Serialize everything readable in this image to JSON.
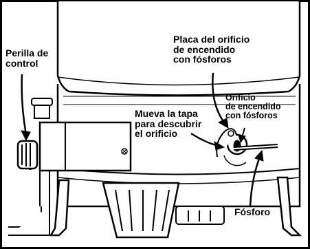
{
  "labels": {
    "control_knob": "Perilla de\ncontrol",
    "ignition_plate": "Placa del orificio\nde encendido\ncon fósforos",
    "move_cover": "Mueva la tapa\npara descubrir\nel orificio",
    "ignition_hole": "Orificio\nde encendido\ncon fósforos",
    "match": "Fósforo"
  }
}
